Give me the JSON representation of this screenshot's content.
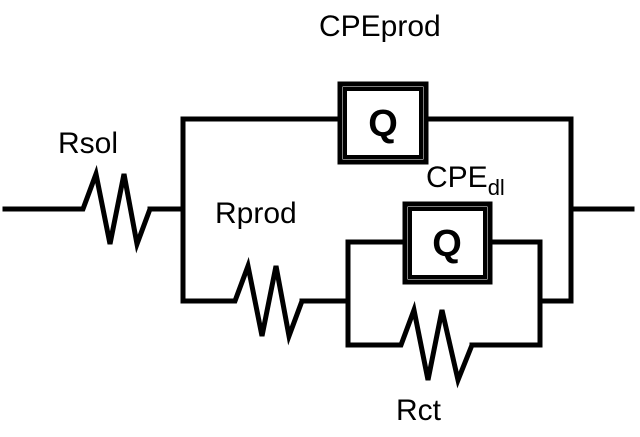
{
  "diagram": {
    "labels": {
      "rsol": "Rsol",
      "cpe_prod": "CPEprod",
      "cpe_dl_main": "CPE",
      "cpe_dl_sub": "dl",
      "rprod": "Rprod",
      "rct": "Rct"
    },
    "cpe_symbol": "Q",
    "colors": {
      "stroke": "#000000",
      "background": "#ffffff"
    }
  }
}
